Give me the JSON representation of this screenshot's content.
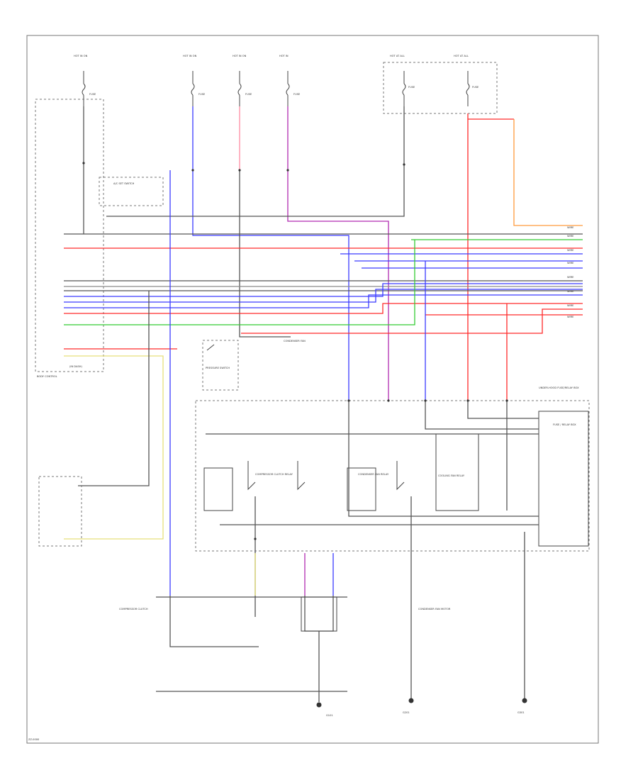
{
  "diagram": {
    "fuse_labels": [
      "HOT IN ON",
      "HOT IN ON",
      "HOT IN ON",
      "HOT IN",
      "HOT AT ALL",
      "HOT AT ALL"
    ],
    "fuse_ratings": [
      "FUSE",
      "FUSE",
      "FUSE",
      "FUSE",
      "FUSE",
      "FUSE"
    ],
    "left_box_label": "BODY CONTROL",
    "left_box_footer": "(IN DASH)",
    "ac_switch_label": "A/C SET SWITCH",
    "pressure_switch_label": "PRESSURE SWITCH",
    "cond_label": "CONDENSER FAN",
    "relay_labels": [
      "COMPRESSOR CLUTCH RELAY",
      "CONDENSER FAN RELAY",
      "COOLING FAN RELAY",
      "FUSE / RELAY BOX"
    ],
    "relay_box_label": "UNDER-HOOD FUSE/RELAY BOX",
    "bottom_left_label": "COMPRESSOR CLUTCH",
    "mid_bottom_label": "CONDENSER FAN MOTOR",
    "bottom_ground_labels": [
      "G101",
      "G201",
      "G301"
    ],
    "corner_code": "ZZ-0000"
  }
}
